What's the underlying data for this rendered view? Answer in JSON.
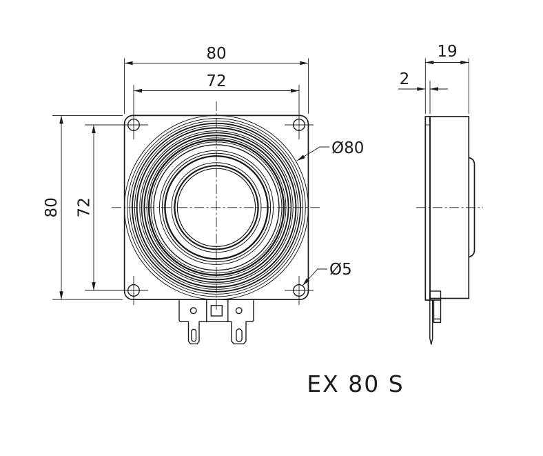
{
  "drawing": {
    "title": "EX 80 S",
    "front_view": {
      "dim_overall_width": "80",
      "dim_mounting_holes_h": "72",
      "dim_overall_height": "80",
      "dim_mounting_holes_v": "72",
      "label_diaphragm_diameter": "Ø80",
      "label_mounting_hole_diameter": "Ø5",
      "rings": [
        {
          "r": 133.4,
          "w": 1.0
        },
        {
          "r": 129.2,
          "w": 1.0
        },
        {
          "r": 125.6,
          "w": 1.0
        },
        {
          "r": 122.0,
          "w": 1.8
        },
        {
          "r": 118.6,
          "w": 1.0
        },
        {
          "r": 115.4,
          "w": 2.0
        },
        {
          "r": 111.2,
          "w": 1.0
        },
        {
          "r": 108.4,
          "w": 1.6
        },
        {
          "r": 104.6,
          "w": 2.0
        },
        {
          "r": 101.0,
          "w": 1.0
        },
        {
          "r": 98.0,
          "w": 2.4
        },
        {
          "r": 95.0,
          "w": 1.0
        },
        {
          "r": 91.0,
          "w": 1.4
        },
        {
          "r": 82.6,
          "w": 1.0
        },
        {
          "r": 78.6,
          "w": 1.2
        },
        {
          "r": 74.6,
          "w": 2.4
        },
        {
          "r": 65.0,
          "w": 1.0
        },
        {
          "r": 60.6,
          "w": 2.2
        },
        {
          "r": 56.6,
          "w": 1.2
        }
      ]
    },
    "side_view": {
      "dim_depth": "19",
      "dim_flange_thickness": "2"
    },
    "colors": {
      "line": "#1b1b1b",
      "background": "#ffffff"
    }
  }
}
